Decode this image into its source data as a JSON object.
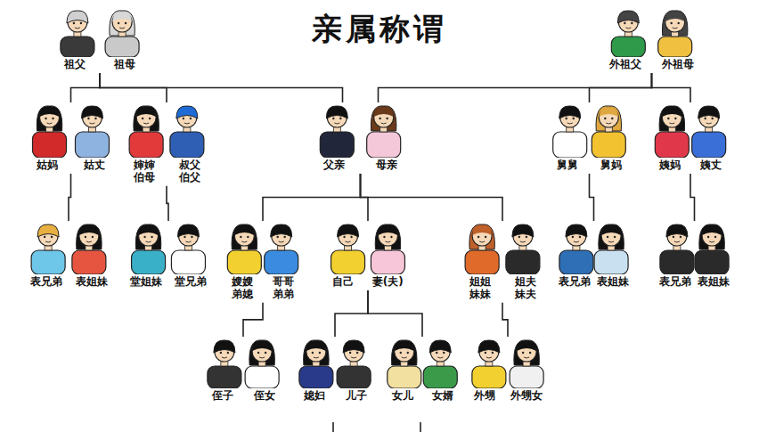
{
  "diagram": {
    "title": "亲属称谓",
    "nodes": [
      {
        "text": [
          "祖父",
          "祖母"
        ]
      },
      {
        "text": [
          "外祖父",
          "外祖母"
        ]
      },
      {
        "text": [
          "姑妈",
          "姑丈"
        ]
      },
      {
        "text": [
          "婶婶 伯母",
          "叔父 伯父"
        ]
      },
      {
        "text": [
          "父亲",
          "母亲"
        ]
      },
      {
        "text": [
          "舅舅",
          "舅妈"
        ]
      },
      {
        "text": [
          "姨妈",
          "姨丈"
        ]
      },
      {
        "text": [
          "表兄弟",
          "表姐妹"
        ]
      },
      {
        "text": [
          "堂姐妹",
          "堂兄弟"
        ]
      },
      {
        "text": [
          "嫂嫂 弟媳",
          "哥哥 弟弟"
        ]
      },
      {
        "text": [
          "自己",
          "妻(夫)"
        ]
      },
      {
        "text": [
          "姐姐 妹妹",
          "姐夫 妹夫"
        ]
      },
      {
        "text": [
          "表兄弟",
          "表姐妹"
        ]
      },
      {
        "text": [
          "表兄弟",
          "表姐妹"
        ]
      },
      {
        "text": [
          "侄子",
          "侄女"
        ]
      },
      {
        "text": [
          "媳妇",
          "儿子"
        ]
      },
      {
        "text": [
          "女儿",
          "女婿"
        ]
      },
      {
        "text": [
          "外甥",
          "外甥女"
        ]
      }
    ],
    "edges": [
      {
        "from": 0,
        "to": 2,
        "arrow": "none"
      },
      {
        "from": 0,
        "to": 3,
        "arrow": "none"
      },
      {
        "from": 0,
        "to": 4,
        "arrow": "none"
      },
      {
        "from": 1,
        "to": 4,
        "arrow": "none"
      },
      {
        "from": 1,
        "to": 5,
        "arrow": "none"
      },
      {
        "from": 1,
        "to": 6,
        "arrow": "none"
      },
      {
        "from": 2,
        "to": 7,
        "arrow": "none"
      },
      {
        "from": 3,
        "to": 8,
        "arrow": "none"
      },
      {
        "from": 4,
        "to": 9,
        "arrow": "none"
      },
      {
        "from": 4,
        "to": 10,
        "arrow": "none"
      },
      {
        "from": 4,
        "to": 11,
        "arrow": "none"
      },
      {
        "from": 5,
        "to": 12,
        "arrow": "none"
      },
      {
        "from": 6,
        "to": 13,
        "arrow": "none"
      },
      {
        "from": 9,
        "to": 14,
        "arrow": "none"
      },
      {
        "from": 10,
        "to": 15,
        "arrow": "none"
      },
      {
        "from": 10,
        "to": 16,
        "arrow": "none"
      },
      {
        "from": 11,
        "to": 17,
        "arrow": "none"
      }
    ]
  }
}
